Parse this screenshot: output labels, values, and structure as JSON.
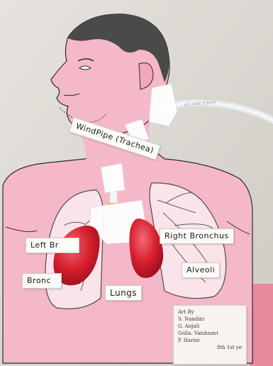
{
  "labels": {
    "windpipe": "WindPipe (Trachea)",
    "left_bronchus": "Left Br",
    "right_bronchus": "Right Bronchus",
    "bronchioles": "Bronc",
    "alveoli": "Alveoli",
    "lungs": "Lungs"
  },
  "credits": {
    "heading": "Art By",
    "names": [
      "S. Nandini",
      "G. Anjali",
      "Golla. Vaishnavi",
      "P. Harini"
    ],
    "class": "8th 1st ye"
  },
  "tube_text": "ETC TUBE 8 BOLD",
  "colors": {
    "skin": "#f5b8c9",
    "hair": "#4a4a4a",
    "balloon": "#d81f2e",
    "wall": "#dedad4",
    "label": "#fbfbf8"
  }
}
